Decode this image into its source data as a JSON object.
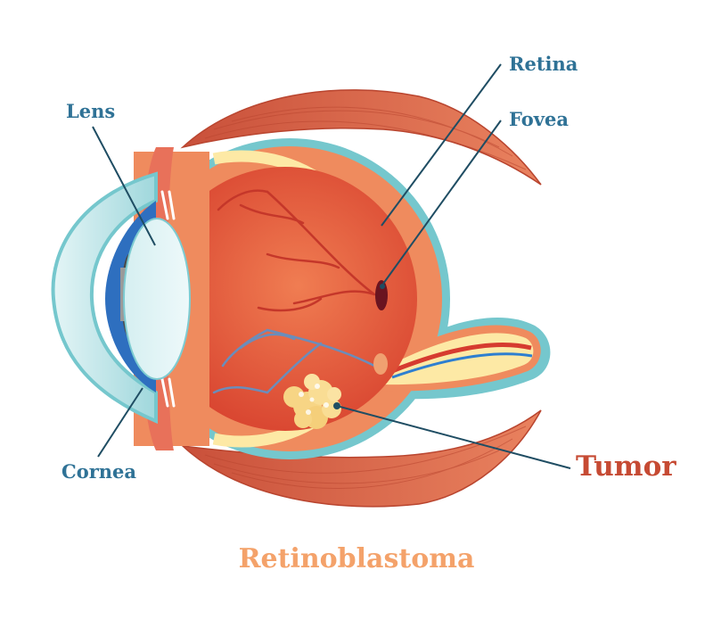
{
  "labels": {
    "lens": "Lens",
    "retina": "Retina",
    "fovea": "Fovea",
    "cornea": "Cornea",
    "tumor": "Tumor"
  },
  "title": "Retinoblastoma",
  "colors": {
    "label_blue": "#2f7296",
    "tumor_red": "#c64a33",
    "title_orange": "#f4a26a",
    "sclera_teal": "#75c7cd",
    "muscle": "#d9674b",
    "retina_yellow": "#fde9a5",
    "vitreous": "#e4573d",
    "pointer_line": "#1f4d63"
  },
  "icons": [
    "eye-cross-section-illustration"
  ]
}
